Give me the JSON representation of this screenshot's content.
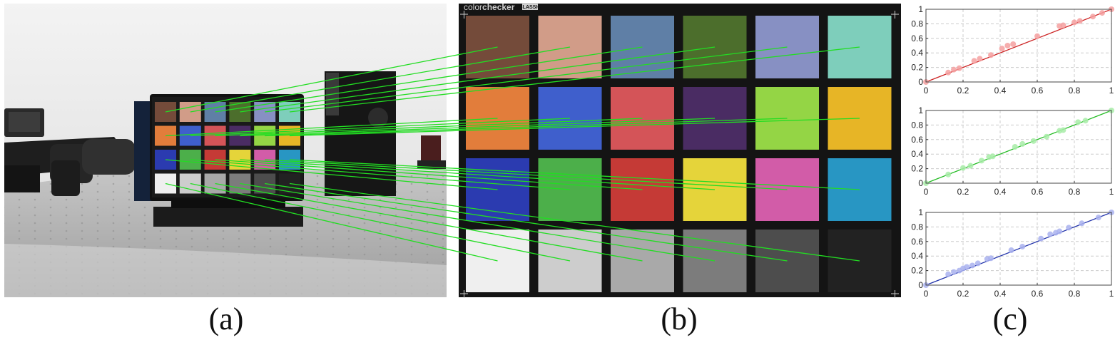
{
  "panels": {
    "a": {
      "label": "(a)"
    },
    "b": {
      "label": "(b)",
      "brand_prefix": "color",
      "brand_suffix": "checker",
      "brand_tag": "CLASSIC"
    },
    "c": {
      "label": "(c)"
    }
  },
  "colorchecker": {
    "rows": 4,
    "cols": 6,
    "patches": [
      "#744b3a",
      "#d19c88",
      "#5f7fa6",
      "#4c6e2c",
      "#8790c3",
      "#7ecebb",
      "#e27d3b",
      "#3f5fcc",
      "#d45458",
      "#4a2c63",
      "#94d545",
      "#e7b526",
      "#2b3bb0",
      "#4caf4a",
      "#c53a36",
      "#e5d43a",
      "#d25ca8",
      "#2896c3",
      "#efefef",
      "#cdcdcd",
      "#a9a9a9",
      "#7c7c7c",
      "#4d4d4d",
      "#222222"
    ]
  },
  "colors": {
    "match_line": "#22dd22",
    "chart_bg": "#ffffff",
    "grid": "#cccccc"
  },
  "chart_data": [
    {
      "type": "scatter",
      "channel": "red",
      "color": "#cc2222",
      "point_color": "#f4a0a0",
      "xlim": [
        0,
        1
      ],
      "ylim": [
        0,
        1
      ],
      "xticks": [
        "0",
        "0.2",
        "0.4",
        "0.6",
        "0.8",
        "1"
      ],
      "yticks": [
        "0",
        "0.2",
        "0.4",
        "0.6",
        "0.8",
        "1"
      ],
      "grid": true,
      "fit_line": [
        [
          0,
          0.0
        ],
        [
          1,
          1.0
        ]
      ],
      "points": [
        [
          0.0,
          0.0
        ],
        [
          0.12,
          0.13
        ],
        [
          0.15,
          0.17
        ],
        [
          0.18,
          0.19
        ],
        [
          0.26,
          0.29
        ],
        [
          0.29,
          0.32
        ],
        [
          0.35,
          0.37
        ],
        [
          0.41,
          0.46
        ],
        [
          0.44,
          0.5
        ],
        [
          0.47,
          0.52
        ],
        [
          0.6,
          0.63
        ],
        [
          0.72,
          0.77
        ],
        [
          0.74,
          0.78
        ],
        [
          0.8,
          0.82
        ],
        [
          0.83,
          0.84
        ],
        [
          0.9,
          0.9
        ],
        [
          0.95,
          0.95
        ],
        [
          1.0,
          1.0
        ]
      ]
    },
    {
      "type": "scatter",
      "channel": "green",
      "color": "#22bb22",
      "point_color": "#a8eca8",
      "xlim": [
        0,
        1
      ],
      "ylim": [
        0,
        1
      ],
      "xticks": [
        "0",
        "0.2",
        "0.4",
        "0.6",
        "0.8",
        "1"
      ],
      "yticks": [
        "0",
        "0.2",
        "0.4",
        "0.6",
        "0.8",
        "1"
      ],
      "grid": true,
      "fit_line": [
        [
          0,
          0.0
        ],
        [
          1,
          1.0
        ]
      ],
      "points": [
        [
          0.0,
          0.0
        ],
        [
          0.12,
          0.12
        ],
        [
          0.2,
          0.21
        ],
        [
          0.24,
          0.24
        ],
        [
          0.3,
          0.31
        ],
        [
          0.34,
          0.36
        ],
        [
          0.36,
          0.37
        ],
        [
          0.48,
          0.5
        ],
        [
          0.52,
          0.54
        ],
        [
          0.58,
          0.58
        ],
        [
          0.65,
          0.64
        ],
        [
          0.72,
          0.72
        ],
        [
          0.74,
          0.73
        ],
        [
          0.82,
          0.84
        ],
        [
          0.86,
          0.86
        ],
        [
          1.0,
          1.0
        ]
      ]
    },
    {
      "type": "scatter",
      "channel": "blue",
      "color": "#2233aa",
      "point_color": "#a9b1ee",
      "xlim": [
        0,
        1
      ],
      "ylim": [
        0,
        1
      ],
      "xticks": [
        "0",
        "0.2",
        "0.4",
        "0.6",
        "0.8",
        "1"
      ],
      "yticks": [
        "0",
        "0.2",
        "0.4",
        "0.6",
        "0.8",
        "1"
      ],
      "grid": true,
      "fit_line": [
        [
          0,
          0.0
        ],
        [
          1,
          1.0
        ]
      ],
      "points": [
        [
          0.0,
          0.0
        ],
        [
          0.12,
          0.15
        ],
        [
          0.15,
          0.18
        ],
        [
          0.18,
          0.2
        ],
        [
          0.2,
          0.23
        ],
        [
          0.22,
          0.25
        ],
        [
          0.25,
          0.27
        ],
        [
          0.28,
          0.3
        ],
        [
          0.33,
          0.36
        ],
        [
          0.35,
          0.37
        ],
        [
          0.46,
          0.48
        ],
        [
          0.52,
          0.53
        ],
        [
          0.62,
          0.64
        ],
        [
          0.67,
          0.7
        ],
        [
          0.7,
          0.72
        ],
        [
          0.72,
          0.74
        ],
        [
          0.77,
          0.79
        ],
        [
          0.84,
          0.85
        ],
        [
          0.93,
          0.93
        ],
        [
          1.0,
          1.0
        ]
      ]
    }
  ]
}
